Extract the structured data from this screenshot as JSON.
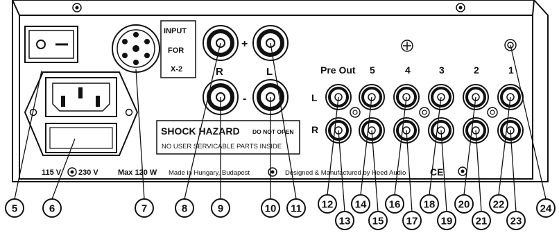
{
  "panel": {
    "input_line1": "INPUT",
    "input_line2": "FOR",
    "input_line3": "X-2",
    "plus": "+",
    "minus": "-",
    "label_R": "R",
    "label_L": "L",
    "pre_out": "Pre Out",
    "ch5": "5",
    "ch4": "4",
    "ch3": "3",
    "ch2": "2",
    "ch1": "1",
    "row_L": "L",
    "row_R": "R",
    "shock_title": "SHOCK HAZARD",
    "shock_warn": "DO NOT OPEN",
    "shock_sub": "NO USER SERVICABLE PARTS INSIDE",
    "v115": "115 V",
    "v230": "230 V",
    "maxw": "Max 120 W",
    "made_in": "Made in Hungary, Budapest",
    "designed": "Designed & Manufactured by Heed Audio",
    "ce": "CE"
  },
  "callouts": [
    "5",
    "6",
    "7",
    "8",
    "9",
    "10",
    "11",
    "12",
    "13",
    "14",
    "15",
    "16",
    "17",
    "18",
    "19",
    "20",
    "21",
    "22",
    "23",
    "24"
  ]
}
